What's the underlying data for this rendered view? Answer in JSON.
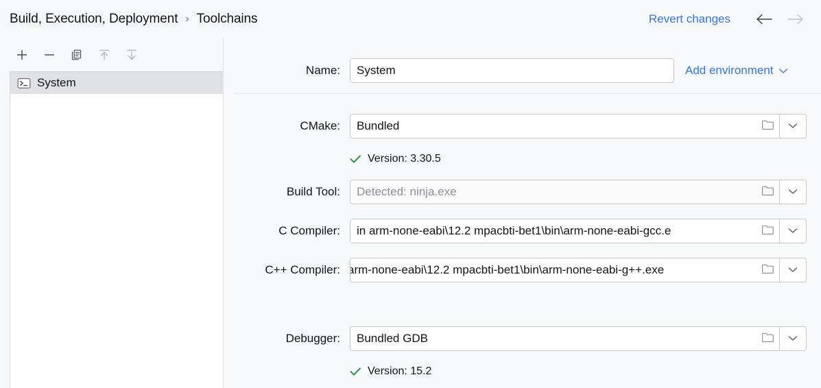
{
  "header": {
    "breadcrumb": [
      "Build, Execution, Deployment",
      "Toolchains"
    ],
    "separator": "›",
    "revert_label": "Revert changes",
    "back_icon": "arrow-left-icon",
    "forward_icon": "arrow-right-icon",
    "link_color": "#3574f0"
  },
  "sidebar": {
    "toolbar": [
      {
        "name": "add-toolchain-button",
        "icon": "plus-icon",
        "enabled": true
      },
      {
        "name": "remove-toolchain-button",
        "icon": "minus-icon",
        "enabled": true
      },
      {
        "name": "copy-toolchain-button",
        "icon": "copy-icon",
        "enabled": true
      },
      {
        "name": "move-up-button",
        "icon": "arrow-up-to-line-icon",
        "enabled": false
      },
      {
        "name": "move-down-button",
        "icon": "arrow-down-to-line-icon",
        "enabled": false
      }
    ],
    "items": [
      {
        "label": "System",
        "icon": "terminal-icon",
        "selected": true
      }
    ],
    "selected_bg": "#dfe1e5"
  },
  "main": {
    "add_environment": {
      "label": "Add environment",
      "icon": "chevron-down-icon"
    },
    "fields": {
      "name": {
        "label": "Name:",
        "value": "System",
        "placeholder": ""
      },
      "cmake": {
        "label": "CMake:",
        "value": "Bundled",
        "folder_icon": "folder-icon",
        "dropdown_icon": "chevron-down-icon",
        "status": {
          "icon": "check-icon",
          "text": "Version: 3.30.5",
          "color": "#369650"
        }
      },
      "build_tool": {
        "label": "Build Tool:",
        "value": "",
        "placeholder": "Detected: ninja.exe",
        "folder_icon": "folder-icon",
        "dropdown_icon": "chevron-down-icon"
      },
      "c_compiler": {
        "label": "C Compiler:",
        "value": "in arm-none-eabi\\12.2 mpacbti-bet1\\bin\\arm-none-eabi-gcc.e",
        "folder_icon": "folder-icon",
        "dropdown_icon": "chevron-down-icon"
      },
      "cpp_compiler": {
        "label": "C++ Compiler:",
        "value": "arm-none-eabi\\12.2 mpacbti-bet1\\bin\\arm-none-eabi-g++.exe",
        "folder_icon": "folder-icon",
        "dropdown_icon": "chevron-down-icon"
      },
      "debugger": {
        "label": "Debugger:",
        "value": "Bundled GDB",
        "folder_icon": "folder-icon",
        "dropdown_icon": "chevron-down-icon",
        "status": {
          "icon": "check-icon",
          "text": "Version: 15.2",
          "color": "#369650"
        }
      }
    }
  }
}
